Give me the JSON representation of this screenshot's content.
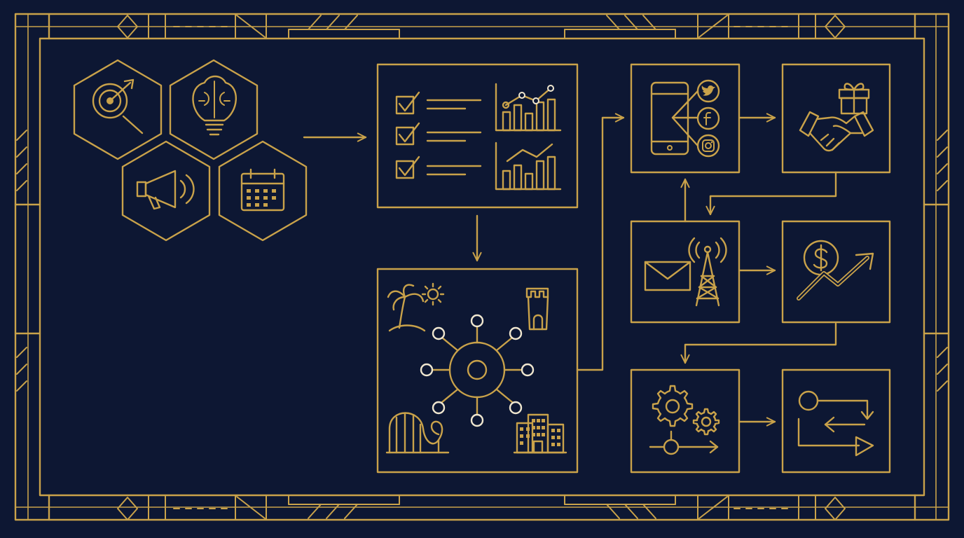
{
  "diagram": {
    "accent_color": "#c9a24a",
    "background_color": "#0d1733",
    "node_color": "#efe6cf",
    "style": "art-deco flowchart, line icons only, no text",
    "nodes": [
      {
        "id": "strategy-cluster",
        "icons": [
          "target-search-icon",
          "lightbulb-brain-icon",
          "megaphone-icon",
          "calendar-icon"
        ]
      },
      {
        "id": "planning-panel",
        "icons": [
          "checklist-icon",
          "bar-chart-icon",
          "line-chart-icon"
        ]
      },
      {
        "id": "destinations-hub",
        "icons": [
          "palm-tree-icon",
          "sun-icon",
          "castle-tower-icon",
          "roller-coaster-icon",
          "hotel-building-icon",
          "network-hub-icon"
        ]
      },
      {
        "id": "social-media-box",
        "icons": [
          "smartphone-icon",
          "twitter-icon",
          "facebook-icon",
          "instagram-icon"
        ]
      },
      {
        "id": "partnership-box",
        "icons": [
          "handshake-icon",
          "gift-icon"
        ]
      },
      {
        "id": "broadcast-box",
        "icons": [
          "envelope-icon",
          "radio-tower-icon"
        ]
      },
      {
        "id": "revenue-box",
        "icons": [
          "dollar-coin-icon",
          "growth-arrow-icon"
        ]
      },
      {
        "id": "operations-box",
        "icons": [
          "gears-icon",
          "process-flow-icon"
        ]
      },
      {
        "id": "exchange-box",
        "icons": [
          "exchange-arrows-icon"
        ]
      }
    ],
    "edges": [
      {
        "from": "strategy-cluster",
        "to": "planning-panel"
      },
      {
        "from": "planning-panel",
        "to": "destinations-hub"
      },
      {
        "from": "destinations-hub",
        "to": "social-media-box"
      },
      {
        "from": "social-media-box",
        "to": "partnership-box"
      },
      {
        "from": "partnership-box",
        "to": "broadcast-box"
      },
      {
        "from": "broadcast-box",
        "to": "social-media-box"
      },
      {
        "from": "broadcast-box",
        "to": "revenue-box"
      },
      {
        "from": "revenue-box",
        "to": "operations-box"
      },
      {
        "from": "operations-box",
        "to": "exchange-box"
      }
    ]
  }
}
